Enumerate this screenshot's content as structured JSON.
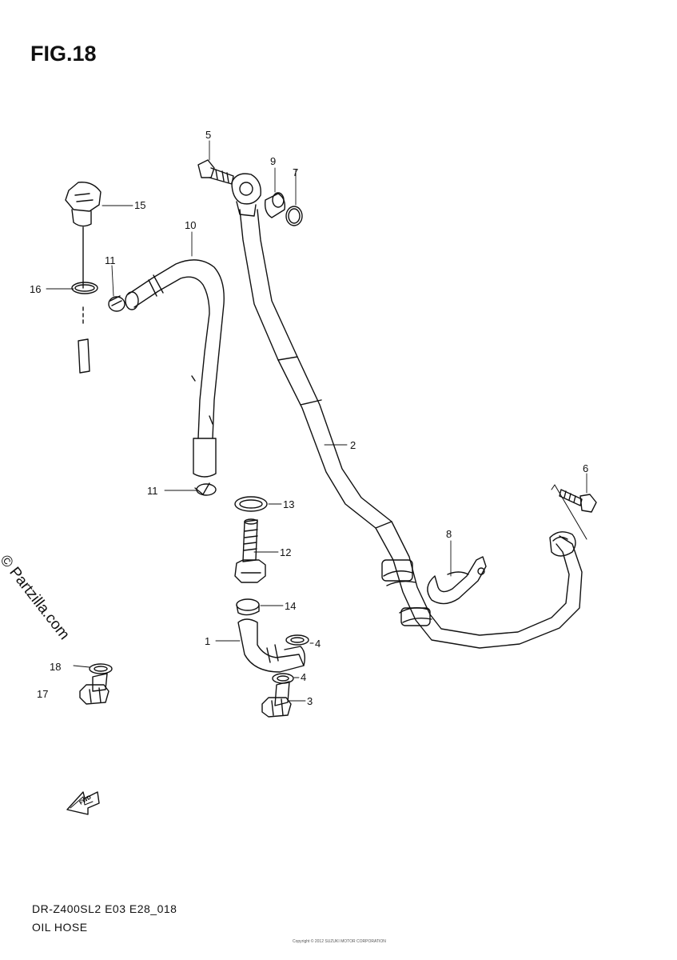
{
  "figure_title": "FIG.18",
  "watermark": "© Partzilla.com",
  "footer": {
    "code": "DR-Z400SL2 E03 E28_018",
    "name": "OIL HOSE",
    "copyright": "Copyright © 2012 SUZUKI MOTOR CORPORATION"
  },
  "fwd_label": "FWD",
  "callouts": [
    {
      "id": "c1",
      "label": "1"
    },
    {
      "id": "c2",
      "label": "2"
    },
    {
      "id": "c3",
      "label": "3"
    },
    {
      "id": "c4a",
      "label": "4"
    },
    {
      "id": "c4b",
      "label": "4"
    },
    {
      "id": "c5",
      "label": "5"
    },
    {
      "id": "c6",
      "label": "6"
    },
    {
      "id": "c7",
      "label": "7"
    },
    {
      "id": "c8",
      "label": "8"
    },
    {
      "id": "c9",
      "label": "9"
    },
    {
      "id": "c10",
      "label": "10"
    },
    {
      "id": "c11a",
      "label": "11"
    },
    {
      "id": "c11b",
      "label": "11"
    },
    {
      "id": "c12",
      "label": "12"
    },
    {
      "id": "c13",
      "label": "13"
    },
    {
      "id": "c14",
      "label": "14"
    },
    {
      "id": "c15",
      "label": "15"
    },
    {
      "id": "c16",
      "label": "16"
    },
    {
      "id": "c17",
      "label": "17"
    },
    {
      "id": "c18",
      "label": "18"
    }
  ]
}
